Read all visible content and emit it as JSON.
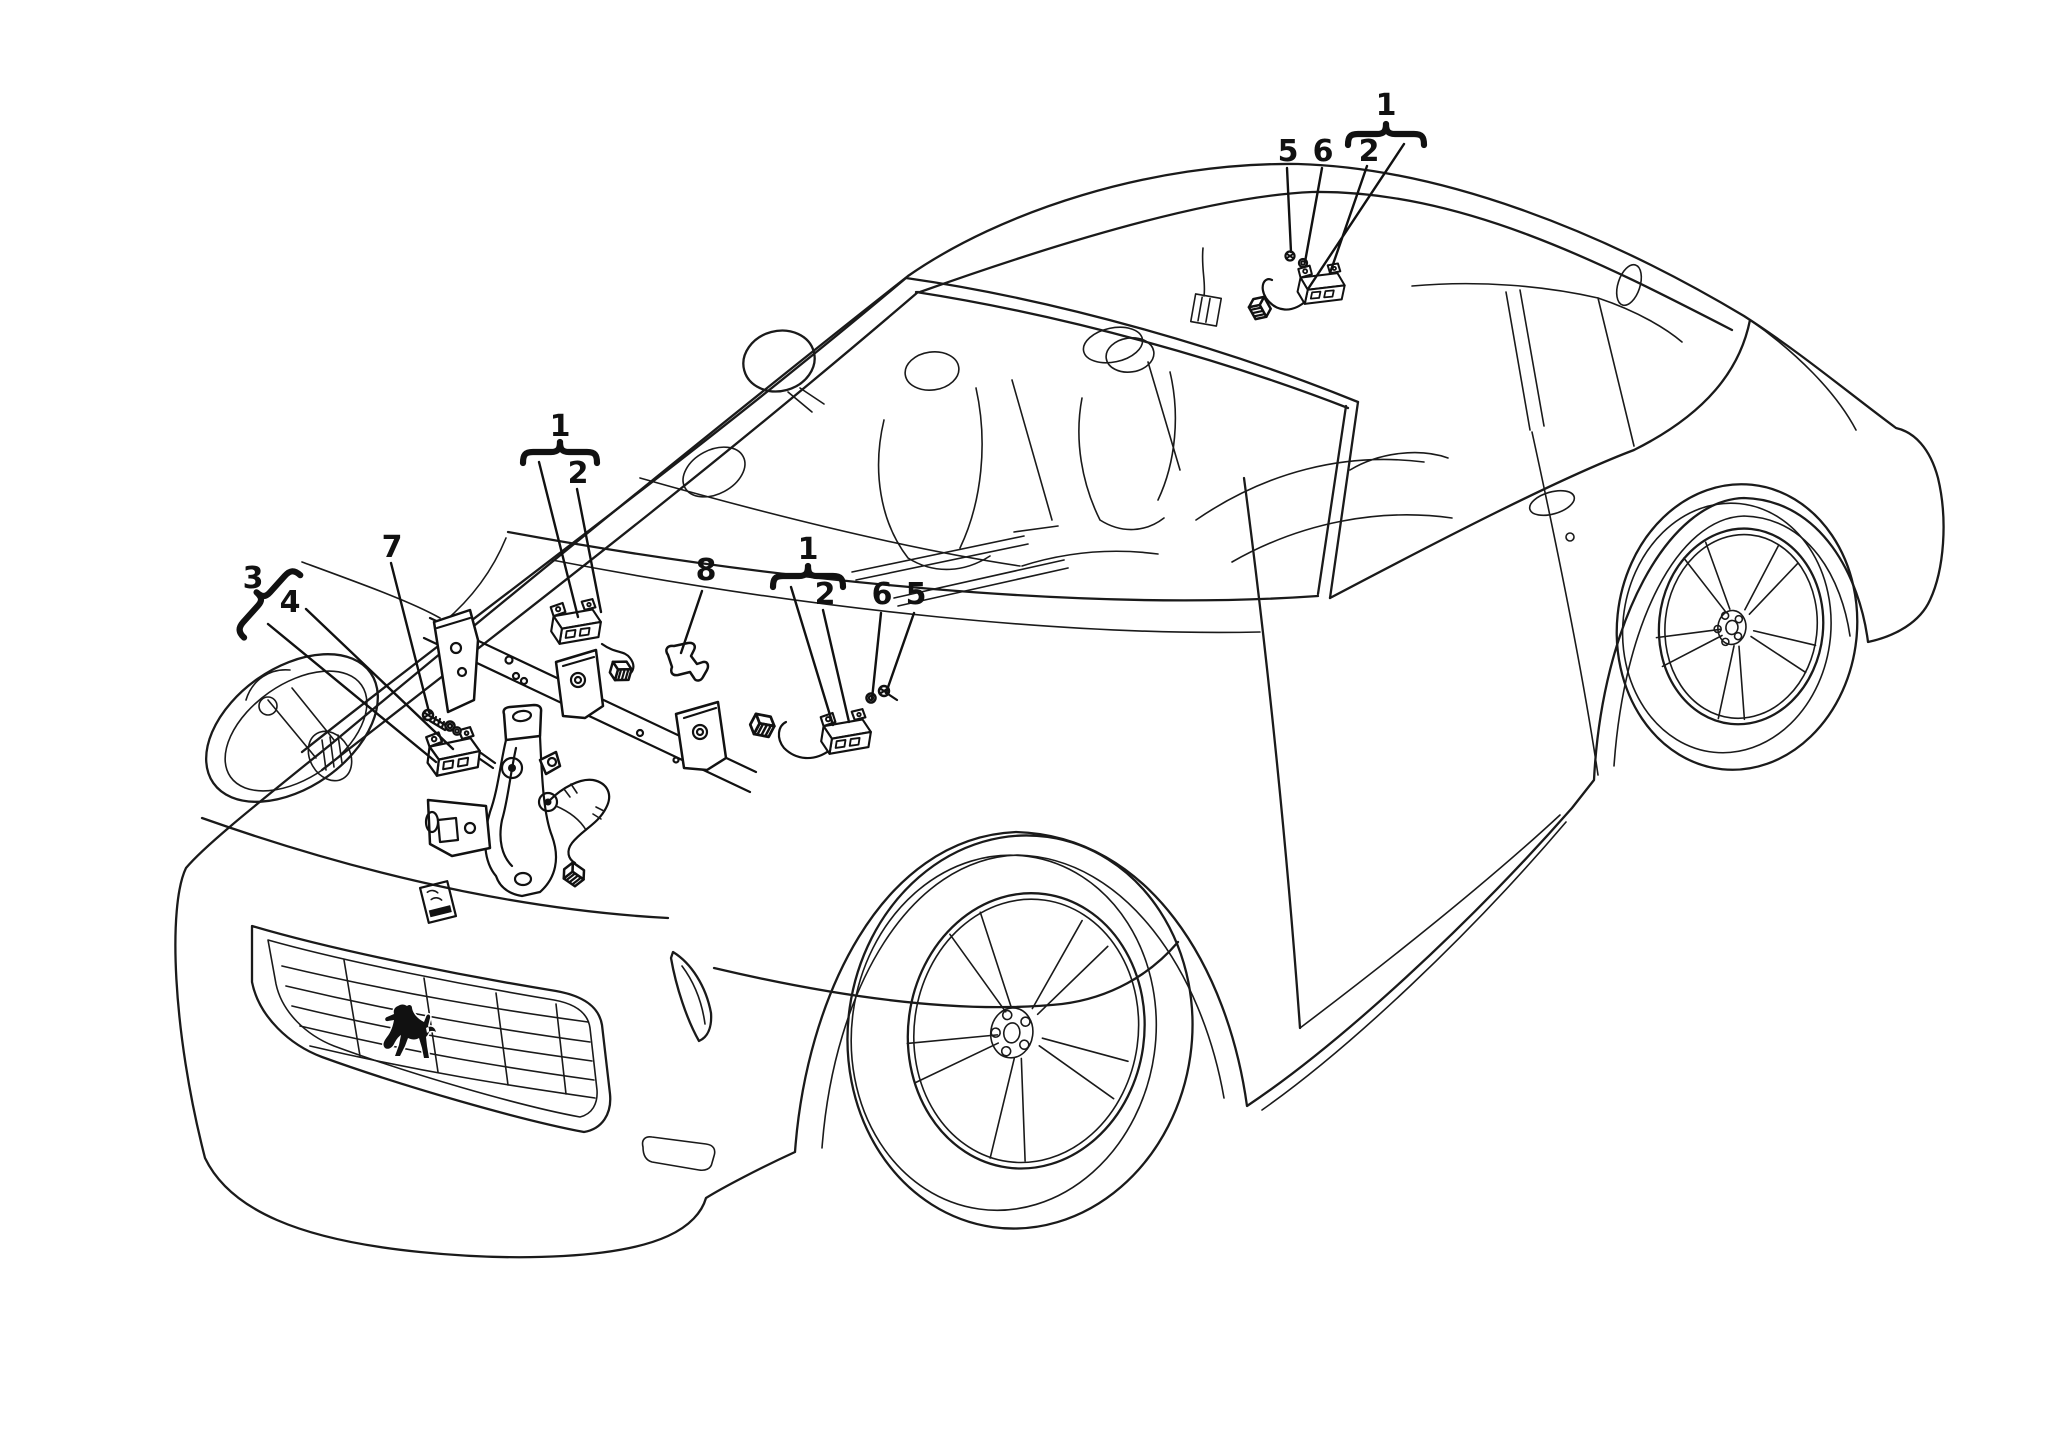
{
  "figure": {
    "background_color": "#ffffff",
    "line_color": "#1a1a1a",
    "accent_color": "#111111",
    "description": "Line-art parts diagram of a Ferrari coupe (front three-quarter view) showing anti-theft system sensor locations with numbered callouts"
  },
  "labels": {
    "roof_group": "1",
    "roof_screw": "5",
    "roof_washer": "6",
    "roof_sensor": "2",
    "rail_group": "1",
    "rail_sensor": "2",
    "rail_clip": "8",
    "cowl_group": "1",
    "cowl_sensor": "2",
    "cowl_washer": "6",
    "cowl_screw": "5",
    "bay_group": "3",
    "bay_sensor": "4",
    "bay_screw": "7"
  },
  "callout_groups": [
    {
      "id": "roof",
      "bracket_label": "1",
      "item_labels": [
        "5",
        "6",
        "2"
      ],
      "location": "roof / rear window header"
    },
    {
      "id": "rail",
      "bracket_label": "1",
      "item_labels": [
        "2"
      ],
      "location": "front crossmember left"
    },
    {
      "id": "cowl",
      "bracket_label": "1",
      "item_labels": [
        "2",
        "6",
        "5"
      ],
      "location": "cowl near windshield base"
    },
    {
      "id": "bay",
      "bracket_label": "3",
      "item_labels": [
        "4",
        "7"
      ],
      "location": "engine bay suspension upright"
    },
    {
      "id": "clip",
      "bracket_label": "8",
      "item_labels": [],
      "location": "cable clip on crossmember"
    }
  ]
}
